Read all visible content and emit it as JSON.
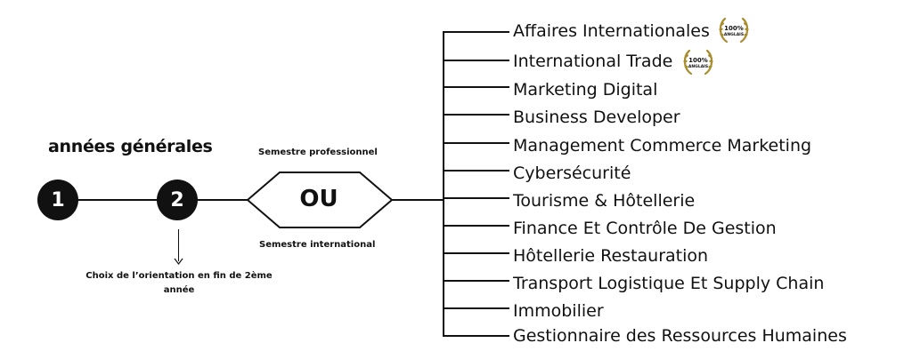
{
  "heading": "années générales",
  "steps": [
    "1",
    "2"
  ],
  "choice_note": "Choix de l’orientation en fin de 2ème année",
  "hex": {
    "label": "OU",
    "top_label": "Semestre professionnel",
    "bottom_label": "Semestre international"
  },
  "branches": [
    "Affaires Internationales",
    "International Trade",
    "Marketing Digital",
    "Business Developer",
    "Management Commerce Marketing",
    "Cybersécurité",
    "Tourisme & Hôtellerie",
    "Finance Et Contrôle De Gestion",
    "Hôtellerie Restauration",
    "Transport Logistique Et Supply Chain",
    "Immobilier",
    "Gestionnaire des Ressources Humaines"
  ],
  "badge": {
    "percent": "100%",
    "word": "ANGLAIS"
  },
  "colors": {
    "ink": "#111111",
    "badge_gold": "#a88d2e"
  }
}
